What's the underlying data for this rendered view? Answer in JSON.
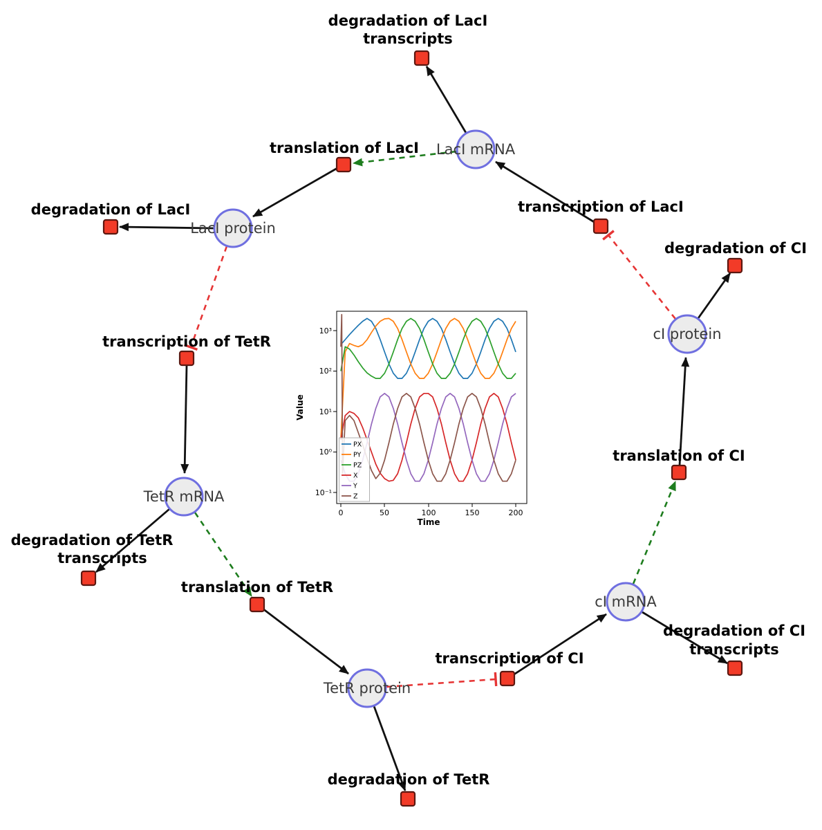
{
  "title": "Repressilator gene regulatory network with simulation inset",
  "palette": {
    "species_fill": "#ececec",
    "species_stroke": "#6f6fe0",
    "reaction_fill": "#f23b28",
    "reaction_stroke": "#5c1710",
    "edge_reaction": "#111111",
    "edge_modifier": "#1e7d1e",
    "edge_inhibition": "#e63535"
  },
  "network": {
    "species": [
      {
        "id": "laci-mrna",
        "label": "LacI mRNA"
      },
      {
        "id": "laci-protein",
        "label": "LacI protein"
      },
      {
        "id": "tetr-mrna",
        "label": "TetR mRNA"
      },
      {
        "id": "tetr-protein",
        "label": "TetR protein"
      },
      {
        "id": "ci-mrna",
        "label": "cI mRNA"
      },
      {
        "id": "ci-protein",
        "label": "cI protein"
      }
    ],
    "reactions": [
      {
        "id": "degradation-laci-transcripts",
        "lines": [
          "degradation of LacI",
          "transcripts"
        ]
      },
      {
        "id": "translation-laci",
        "lines": [
          "translation of LacI"
        ]
      },
      {
        "id": "transcription-laci",
        "lines": [
          "transcription of LacI"
        ]
      },
      {
        "id": "degradation-laci",
        "lines": [
          "degradation of LacI"
        ]
      },
      {
        "id": "degradation-ci",
        "lines": [
          "degradation of CI"
        ]
      },
      {
        "id": "transcription-tetr",
        "lines": [
          "transcription of TetR"
        ]
      },
      {
        "id": "translation-ci",
        "lines": [
          "translation of CI"
        ]
      },
      {
        "id": "degradation-tetr-transcripts",
        "lines": [
          "degradation of TetR",
          "transcripts"
        ]
      },
      {
        "id": "translation-tetr",
        "lines": [
          "translation of TetR"
        ]
      },
      {
        "id": "transcription-ci",
        "lines": [
          "transcription of CI"
        ]
      },
      {
        "id": "degradation-ci-transcripts",
        "lines": [
          "degradation of CI",
          "transcripts"
        ]
      },
      {
        "id": "degradation-tetr",
        "lines": [
          "degradation of TetR"
        ]
      }
    ],
    "edges": [
      {
        "from": "LacI mRNA",
        "to": "degradation of LacI transcripts",
        "type": "consumption"
      },
      {
        "from": "LacI mRNA",
        "to": "translation of LacI",
        "type": "modifier"
      },
      {
        "from": "translation of LacI",
        "to": "LacI protein",
        "type": "production"
      },
      {
        "from": "transcription of LacI",
        "to": "LacI mRNA",
        "type": "production"
      },
      {
        "from": "cI protein",
        "to": "transcription of LacI",
        "type": "inhibition"
      },
      {
        "from": "LacI protein",
        "to": "degradation of LacI",
        "type": "consumption"
      },
      {
        "from": "LacI protein",
        "to": "transcription of TetR",
        "type": "inhibition"
      },
      {
        "from": "transcription of TetR",
        "to": "TetR mRNA",
        "type": "production"
      },
      {
        "from": "TetR mRNA",
        "to": "degradation of TetR transcripts",
        "type": "consumption"
      },
      {
        "from": "TetR mRNA",
        "to": "translation of TetR",
        "type": "modifier"
      },
      {
        "from": "translation of TetR",
        "to": "TetR protein",
        "type": "production"
      },
      {
        "from": "TetR protein",
        "to": "degradation of TetR",
        "type": "consumption"
      },
      {
        "from": "TetR protein",
        "to": "transcription of CI",
        "type": "inhibition"
      },
      {
        "from": "transcription of CI",
        "to": "cI mRNA",
        "type": "production"
      },
      {
        "from": "cI mRNA",
        "to": "degradation of CI transcripts",
        "type": "consumption"
      },
      {
        "from": "cI mRNA",
        "to": "translation of CI",
        "type": "modifier"
      },
      {
        "from": "translation of CI",
        "to": "cI protein",
        "type": "production"
      },
      {
        "from": "cI protein",
        "to": "degradation of CI",
        "type": "consumption"
      }
    ]
  },
  "chart_data": {
    "type": "line",
    "title": "",
    "xlabel": "Time",
    "ylabel": "Value",
    "x_ticks": [
      0,
      50,
      100,
      150,
      200
    ],
    "y_tick_labels": [
      "10⁻¹",
      "10⁰",
      "10¹",
      "10²",
      "10³"
    ],
    "y_scale": "log",
    "xlim": [
      0,
      200
    ],
    "ylim": [
      0.1,
      1000
    ],
    "grid": false,
    "legend_position": "lower left",
    "series": [
      {
        "name": "PX",
        "color": "#1f77b4",
        "points": [
          [
            0,
            450
          ],
          [
            5,
            600
          ],
          [
            10,
            800
          ],
          [
            15,
            1050
          ],
          [
            20,
            1350
          ],
          [
            25,
            1700
          ],
          [
            30,
            2000
          ],
          [
            35,
            1700
          ],
          [
            40,
            1130
          ],
          [
            45,
            605
          ],
          [
            50,
            296
          ],
          [
            55,
            150
          ],
          [
            60,
            88
          ],
          [
            65,
            66
          ],
          [
            70,
            66
          ],
          [
            75,
            88
          ],
          [
            80,
            150
          ],
          [
            85,
            296
          ],
          [
            90,
            605
          ],
          [
            95,
            1130
          ],
          [
            100,
            1700
          ],
          [
            105,
            2000
          ],
          [
            110,
            1700
          ],
          [
            115,
            1130
          ],
          [
            120,
            605
          ],
          [
            125,
            296
          ],
          [
            130,
            150
          ],
          [
            135,
            88
          ],
          [
            140,
            66
          ],
          [
            145,
            66
          ],
          [
            150,
            88
          ],
          [
            155,
            150
          ],
          [
            160,
            296
          ],
          [
            165,
            605
          ],
          [
            170,
            1130
          ],
          [
            175,
            1700
          ],
          [
            180,
            2000
          ],
          [
            185,
            1700
          ],
          [
            190,
            1130
          ],
          [
            195,
            605
          ],
          [
            200,
            296
          ]
        ]
      },
      {
        "name": "PY",
        "color": "#ff7f0e",
        "points": [
          [
            0,
            2
          ],
          [
            5,
            300
          ],
          [
            10,
            480
          ],
          [
            15,
            430
          ],
          [
            20,
            400
          ],
          [
            25,
            450
          ],
          [
            30,
            600
          ],
          [
            35,
            900
          ],
          [
            40,
            1300
          ],
          [
            45,
            1700
          ],
          [
            50,
            1950
          ],
          [
            55,
            2000
          ],
          [
            60,
            1700
          ],
          [
            65,
            1130
          ],
          [
            70,
            605
          ],
          [
            75,
            296
          ],
          [
            80,
            150
          ],
          [
            85,
            88
          ],
          [
            90,
            66
          ],
          [
            95,
            66
          ],
          [
            100,
            88
          ],
          [
            105,
            150
          ],
          [
            110,
            296
          ],
          [
            115,
            605
          ],
          [
            120,
            1130
          ],
          [
            125,
            1700
          ],
          [
            130,
            2000
          ],
          [
            135,
            1700
          ],
          [
            140,
            1130
          ],
          [
            145,
            605
          ],
          [
            150,
            296
          ],
          [
            155,
            150
          ],
          [
            160,
            88
          ],
          [
            165,
            66
          ],
          [
            170,
            66
          ],
          [
            175,
            88
          ],
          [
            180,
            150
          ],
          [
            185,
            296
          ],
          [
            190,
            605
          ],
          [
            195,
            1130
          ],
          [
            200,
            1700
          ]
        ]
      },
      {
        "name": "PZ",
        "color": "#2ca02c",
        "points": [
          [
            0,
            100
          ],
          [
            5,
            400
          ],
          [
            10,
            350
          ],
          [
            15,
            250
          ],
          [
            20,
            170
          ],
          [
            25,
            120
          ],
          [
            30,
            90
          ],
          [
            35,
            75
          ],
          [
            40,
            66
          ],
          [
            45,
            66
          ],
          [
            50,
            88
          ],
          [
            55,
            150
          ],
          [
            60,
            296
          ],
          [
            65,
            605
          ],
          [
            70,
            1130
          ],
          [
            75,
            1700
          ],
          [
            80,
            2000
          ],
          [
            85,
            1700
          ],
          [
            90,
            1130
          ],
          [
            95,
            605
          ],
          [
            100,
            296
          ],
          [
            105,
            150
          ],
          [
            110,
            88
          ],
          [
            115,
            66
          ],
          [
            120,
            66
          ],
          [
            125,
            88
          ],
          [
            130,
            150
          ],
          [
            135,
            296
          ],
          [
            140,
            605
          ],
          [
            145,
            1130
          ],
          [
            150,
            1700
          ],
          [
            155,
            2000
          ],
          [
            160,
            1700
          ],
          [
            165,
            1130
          ],
          [
            170,
            605
          ],
          [
            175,
            296
          ],
          [
            180,
            150
          ],
          [
            185,
            88
          ],
          [
            190,
            66
          ],
          [
            195,
            66
          ],
          [
            200,
            88
          ]
        ]
      },
      {
        "name": "X",
        "color": "#d62728",
        "points": [
          [
            0,
            2
          ],
          [
            5,
            8
          ],
          [
            10,
            10
          ],
          [
            15,
            9
          ],
          [
            20,
            7
          ],
          [
            25,
            4
          ],
          [
            30,
            2
          ],
          [
            35,
            1
          ],
          [
            40,
            0.5
          ],
          [
            45,
            0.3
          ],
          [
            50,
            0.22
          ],
          [
            55,
            0.19
          ],
          [
            60,
            0.2
          ],
          [
            65,
            0.29
          ],
          [
            70,
            0.63
          ],
          [
            75,
            1.7
          ],
          [
            80,
            4.9
          ],
          [
            85,
            12
          ],
          [
            90,
            23
          ],
          [
            95,
            28
          ],
          [
            100,
            28
          ],
          [
            105,
            23
          ],
          [
            110,
            12
          ],
          [
            115,
            4.9
          ],
          [
            120,
            1.7
          ],
          [
            125,
            0.63
          ],
          [
            130,
            0.29
          ],
          [
            135,
            0.19
          ],
          [
            140,
            0.19
          ],
          [
            145,
            0.29
          ],
          [
            150,
            0.63
          ],
          [
            155,
            1.7
          ],
          [
            160,
            4.9
          ],
          [
            165,
            12
          ],
          [
            170,
            23
          ],
          [
            175,
            28
          ],
          [
            180,
            23
          ],
          [
            185,
            12
          ],
          [
            190,
            4.9
          ],
          [
            195,
            1.7
          ],
          [
            200,
            0.63
          ]
        ]
      },
      {
        "name": "Y",
        "color": "#9467bd",
        "points": [
          [
            0,
            0.63
          ],
          [
            5,
            0.29
          ],
          [
            10,
            0.19
          ],
          [
            15,
            0.19
          ],
          [
            20,
            0.29
          ],
          [
            25,
            0.63
          ],
          [
            30,
            1.7
          ],
          [
            35,
            4.9
          ],
          [
            40,
            12
          ],
          [
            45,
            23
          ],
          [
            50,
            28
          ],
          [
            55,
            23
          ],
          [
            60,
            12
          ],
          [
            65,
            4.9
          ],
          [
            70,
            1.7
          ],
          [
            75,
            0.63
          ],
          [
            80,
            0.29
          ],
          [
            85,
            0.19
          ],
          [
            90,
            0.19
          ],
          [
            95,
            0.29
          ],
          [
            100,
            0.63
          ],
          [
            105,
            1.7
          ],
          [
            110,
            4.9
          ],
          [
            115,
            12
          ],
          [
            120,
            23
          ],
          [
            125,
            28
          ],
          [
            130,
            23
          ],
          [
            135,
            12
          ],
          [
            140,
            4.9
          ],
          [
            145,
            1.7
          ],
          [
            150,
            0.63
          ],
          [
            155,
            0.29
          ],
          [
            160,
            0.19
          ],
          [
            165,
            0.19
          ],
          [
            170,
            0.29
          ],
          [
            175,
            0.63
          ],
          [
            180,
            1.7
          ],
          [
            185,
            4.9
          ],
          [
            190,
            12
          ],
          [
            195,
            23
          ],
          [
            200,
            28
          ]
        ]
      },
      {
        "name": "Z",
        "color": "#8c564b",
        "points": [
          [
            0,
            400
          ],
          [
            1,
            2500
          ],
          [
            2,
            0.3
          ],
          [
            5,
            6
          ],
          [
            10,
            8
          ],
          [
            15,
            6
          ],
          [
            20,
            3
          ],
          [
            25,
            1.5
          ],
          [
            30,
            0.7
          ],
          [
            35,
            0.35
          ],
          [
            40,
            0.22
          ],
          [
            45,
            0.3
          ],
          [
            50,
            0.63
          ],
          [
            55,
            1.7
          ],
          [
            60,
            4.9
          ],
          [
            65,
            12
          ],
          [
            70,
            23
          ],
          [
            75,
            28
          ],
          [
            80,
            23
          ],
          [
            85,
            12
          ],
          [
            90,
            4.9
          ],
          [
            95,
            1.7
          ],
          [
            100,
            0.63
          ],
          [
            105,
            0.29
          ],
          [
            110,
            0.19
          ],
          [
            115,
            0.19
          ],
          [
            120,
            0.29
          ],
          [
            125,
            0.63
          ],
          [
            130,
            1.7
          ],
          [
            135,
            4.9
          ],
          [
            140,
            12
          ],
          [
            145,
            23
          ],
          [
            150,
            28
          ],
          [
            155,
            23
          ],
          [
            160,
            12
          ],
          [
            165,
            4.9
          ],
          [
            170,
            1.7
          ],
          [
            175,
            0.63
          ],
          [
            180,
            0.29
          ],
          [
            185,
            0.19
          ],
          [
            190,
            0.19
          ],
          [
            195,
            0.29
          ],
          [
            200,
            0.63
          ]
        ]
      }
    ]
  }
}
